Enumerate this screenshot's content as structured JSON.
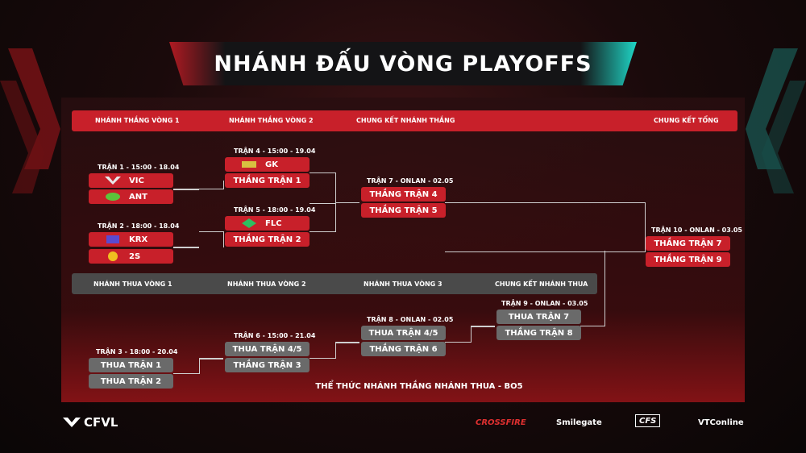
{
  "title": "NHÁNH ĐẤU VÒNG PLAYOFFS",
  "winners_headers": [
    "NHÁNH THẮNG VÒNG 1",
    "NHÁNH THẮNG VÒNG 2",
    "CHUNG KẾT NHÁNH THẮNG",
    "CHUNG KẾT TỔNG"
  ],
  "losers_headers": [
    "NHÁNH THUA VÒNG 1",
    "NHÁNH THUA VÒNG 2",
    "NHÁNH THUA VÒNG 3",
    "CHUNG KẾT NHÁNH THUA"
  ],
  "matches": {
    "m1": {
      "label": "TRẬN 1 - 15:00 - 18.04",
      "a": "VIC",
      "b": "ANT"
    },
    "m2": {
      "label": "TRẬN 2 - 18:00 - 18.04",
      "a": "KRX",
      "b": "2S"
    },
    "m3": {
      "label": "TRẬN 3 - 18:00 - 20.04",
      "a": "THUA TRẬN 1",
      "b": "THUA TRẬN 2"
    },
    "m4": {
      "label": "TRẬN 4 - 15:00 - 19.04",
      "a": "GK",
      "b": "THẮNG TRẬN 1"
    },
    "m5": {
      "label": "TRẬN 5 - 18:00 - 19.04",
      "a": "FLC",
      "b": "THẮNG TRẬN 2"
    },
    "m6": {
      "label": "TRẬN 6 - 15:00 - 21.04",
      "a": "THUA TRẬN 4/5",
      "b": "THẮNG TRẬN 3"
    },
    "m7": {
      "label": "TRẬN 7 - ONLAN - 02.05",
      "a": "THẮNG TRẬN 4",
      "b": "THẮNG TRẬN 5"
    },
    "m8": {
      "label": "TRẬN 8 - ONLAN - 02.05",
      "a": "THUA TRẬN 4/5",
      "b": "THẮNG TRẬN 6"
    },
    "m9": {
      "label": "TRẬN 9 - ONLAN - 03.05",
      "a": "THUA TRẬN 7",
      "b": "THẮNG TRẬN 8"
    },
    "m10": {
      "label": "TRẬN 10 - ONLAN - 03.05",
      "a": "THẮNG TRẬN 7",
      "b": "THẮNG TRẬN 9"
    }
  },
  "format_text": "THỂ THỨC NHÁNH THẮNG NHÁNH THUA - BO5",
  "footer": {
    "brand": "CFVL",
    "sponsors": [
      "CROSSFIRE",
      "Smilegate",
      "CFS",
      "VTConline"
    ]
  },
  "colors": {
    "accent_red": "#c8202a",
    "accent_teal": "#1fd6c6",
    "loser_gray": "#6a6a6a"
  }
}
